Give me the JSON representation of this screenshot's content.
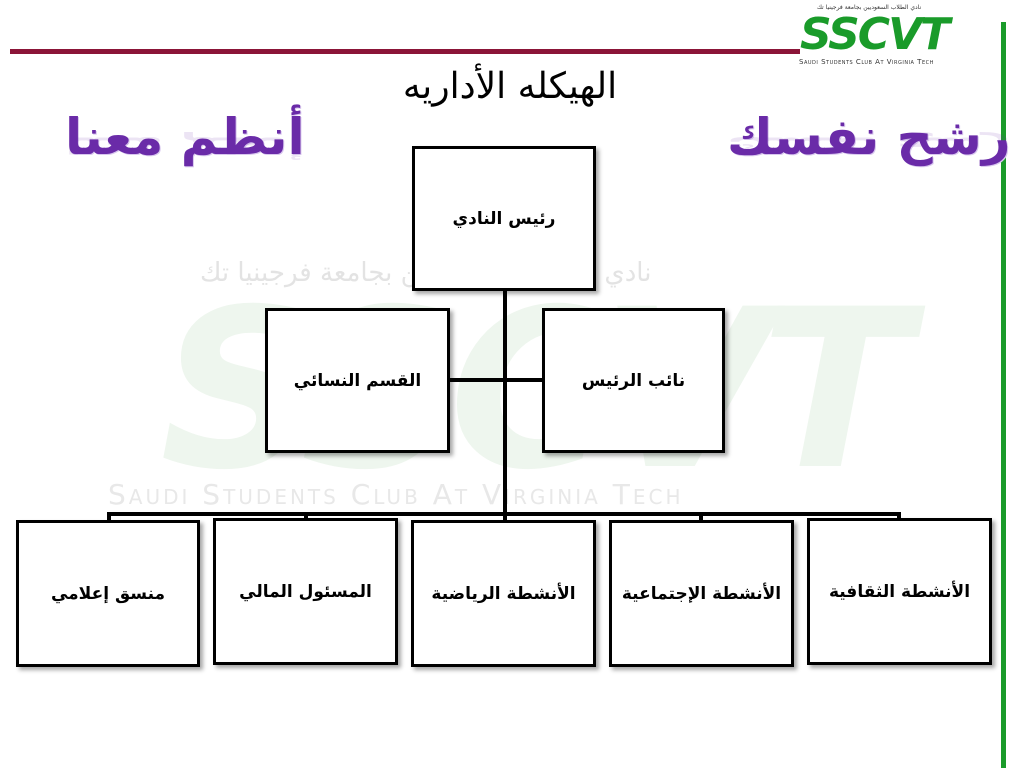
{
  "slide": {
    "title": "الهيكله الأداريه",
    "slogan_left": "أنظم معنا",
    "slogan_right": "رشح نفسك"
  },
  "logo": {
    "arabic_caption": "نادي الطلاب السعوديين بجامعة فرجينيا تك",
    "mark": "SSCVT",
    "english_caption": "Saudi Students Club At Virginia Tech"
  },
  "watermark": {
    "arabic": "نادي الطلاب السعوديين بجامعة فرجينيا تك",
    "mark": "SSCVT",
    "english": "Saudi Students Club At Virginia Tech"
  },
  "org_chart": {
    "root": "رئيس النادي",
    "second_level": [
      "القسم النسائي",
      "نائب الرئيس"
    ],
    "third_level": [
      "منسق إعلامي",
      "المسئول المالي",
      "الأنشطة الرياضية",
      "الأنشطة الإجتماعية",
      "الأنشطة الثقافية"
    ]
  },
  "colors": {
    "accent_maroon": "#8b1538",
    "accent_green": "#1a9b2a",
    "slogan_purple": "#6a2ba8"
  }
}
